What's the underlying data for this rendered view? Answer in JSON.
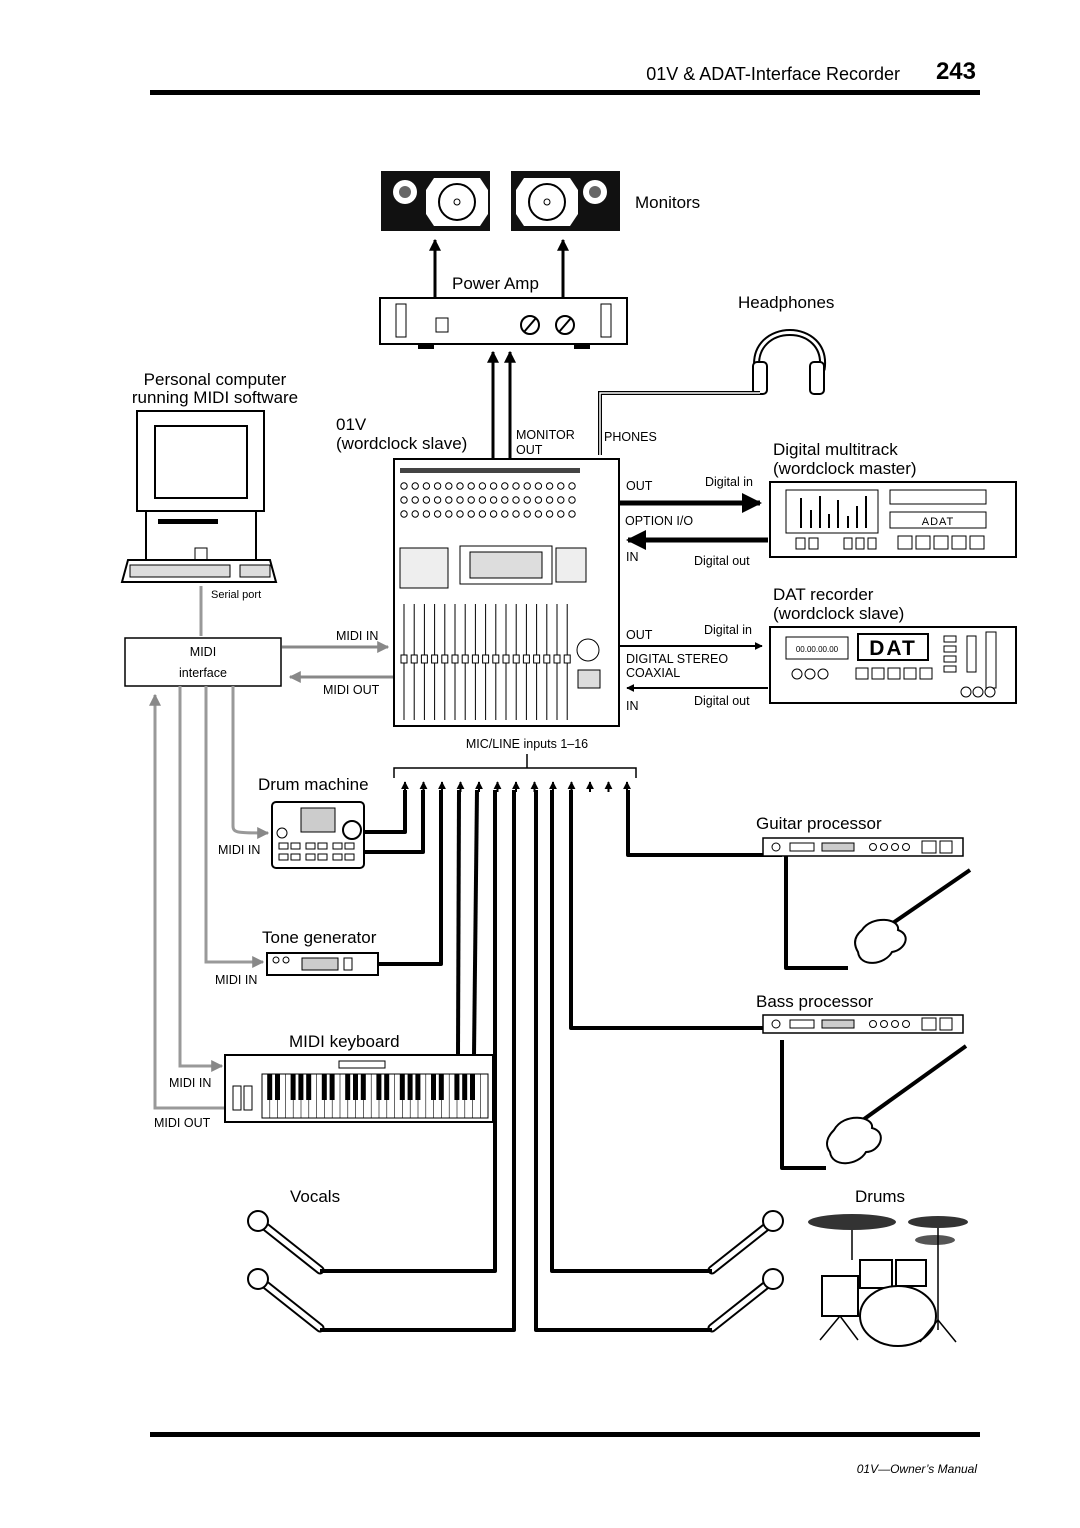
{
  "header": {
    "title": "01V & ADAT-Interface Recorder",
    "page_number": "243"
  },
  "footer": {
    "text": "01V—Owner’s Manual"
  },
  "devices": {
    "monitors": "Monitors",
    "power_amp": "Power Amp",
    "headphones": "Headphones",
    "computer_line1": "Personal computer",
    "computer_line2": "running MIDI software",
    "mixer_line1": "01V",
    "mixer_line2": "(wordclock slave)",
    "multitrack_line1": "Digital multitrack",
    "multitrack_line2": "(wordclock master)",
    "multitrack_badge": "ADAT",
    "dat_line1": "DAT recorder",
    "dat_line2": "(wordclock slave)",
    "dat_badge": "DAT",
    "dat_display": "00.00.00.00",
    "midi_interface_line1": "MIDI",
    "midi_interface_line2": "interface",
    "drum_machine": "Drum machine",
    "tone_generator": "Tone generator",
    "midi_keyboard": "MIDI keyboard",
    "guitar_processor": "Guitar processor",
    "bass_processor": "Bass processor",
    "vocals": "Vocals",
    "drums": "Drums"
  },
  "ports": {
    "monitor_out_line1": "MONITOR",
    "monitor_out_line2": "OUT",
    "phones": "PHONES",
    "option_out": "OUT",
    "option_io": "OPTION I/O",
    "option_in": "IN",
    "coax_out": "OUT",
    "coax_line1": "DIGITAL STEREO",
    "coax_line2": "COAXIAL",
    "coax_in": "IN",
    "digital_in_1": "Digital in",
    "digital_out_1": "Digital out",
    "digital_in_2": "Digital in",
    "digital_out_2": "Digital out",
    "serial_port": "Serial port",
    "midi_in_mixer": "MIDI IN",
    "midi_out_mixer": "MIDI OUT",
    "midi_in_drum": "MIDI IN",
    "midi_in_tone": "MIDI IN",
    "midi_in_keyboard": "MIDI IN",
    "midi_out_keyboard": "MIDI OUT",
    "mic_line_inputs": "MIC/LINE inputs 1–16"
  }
}
